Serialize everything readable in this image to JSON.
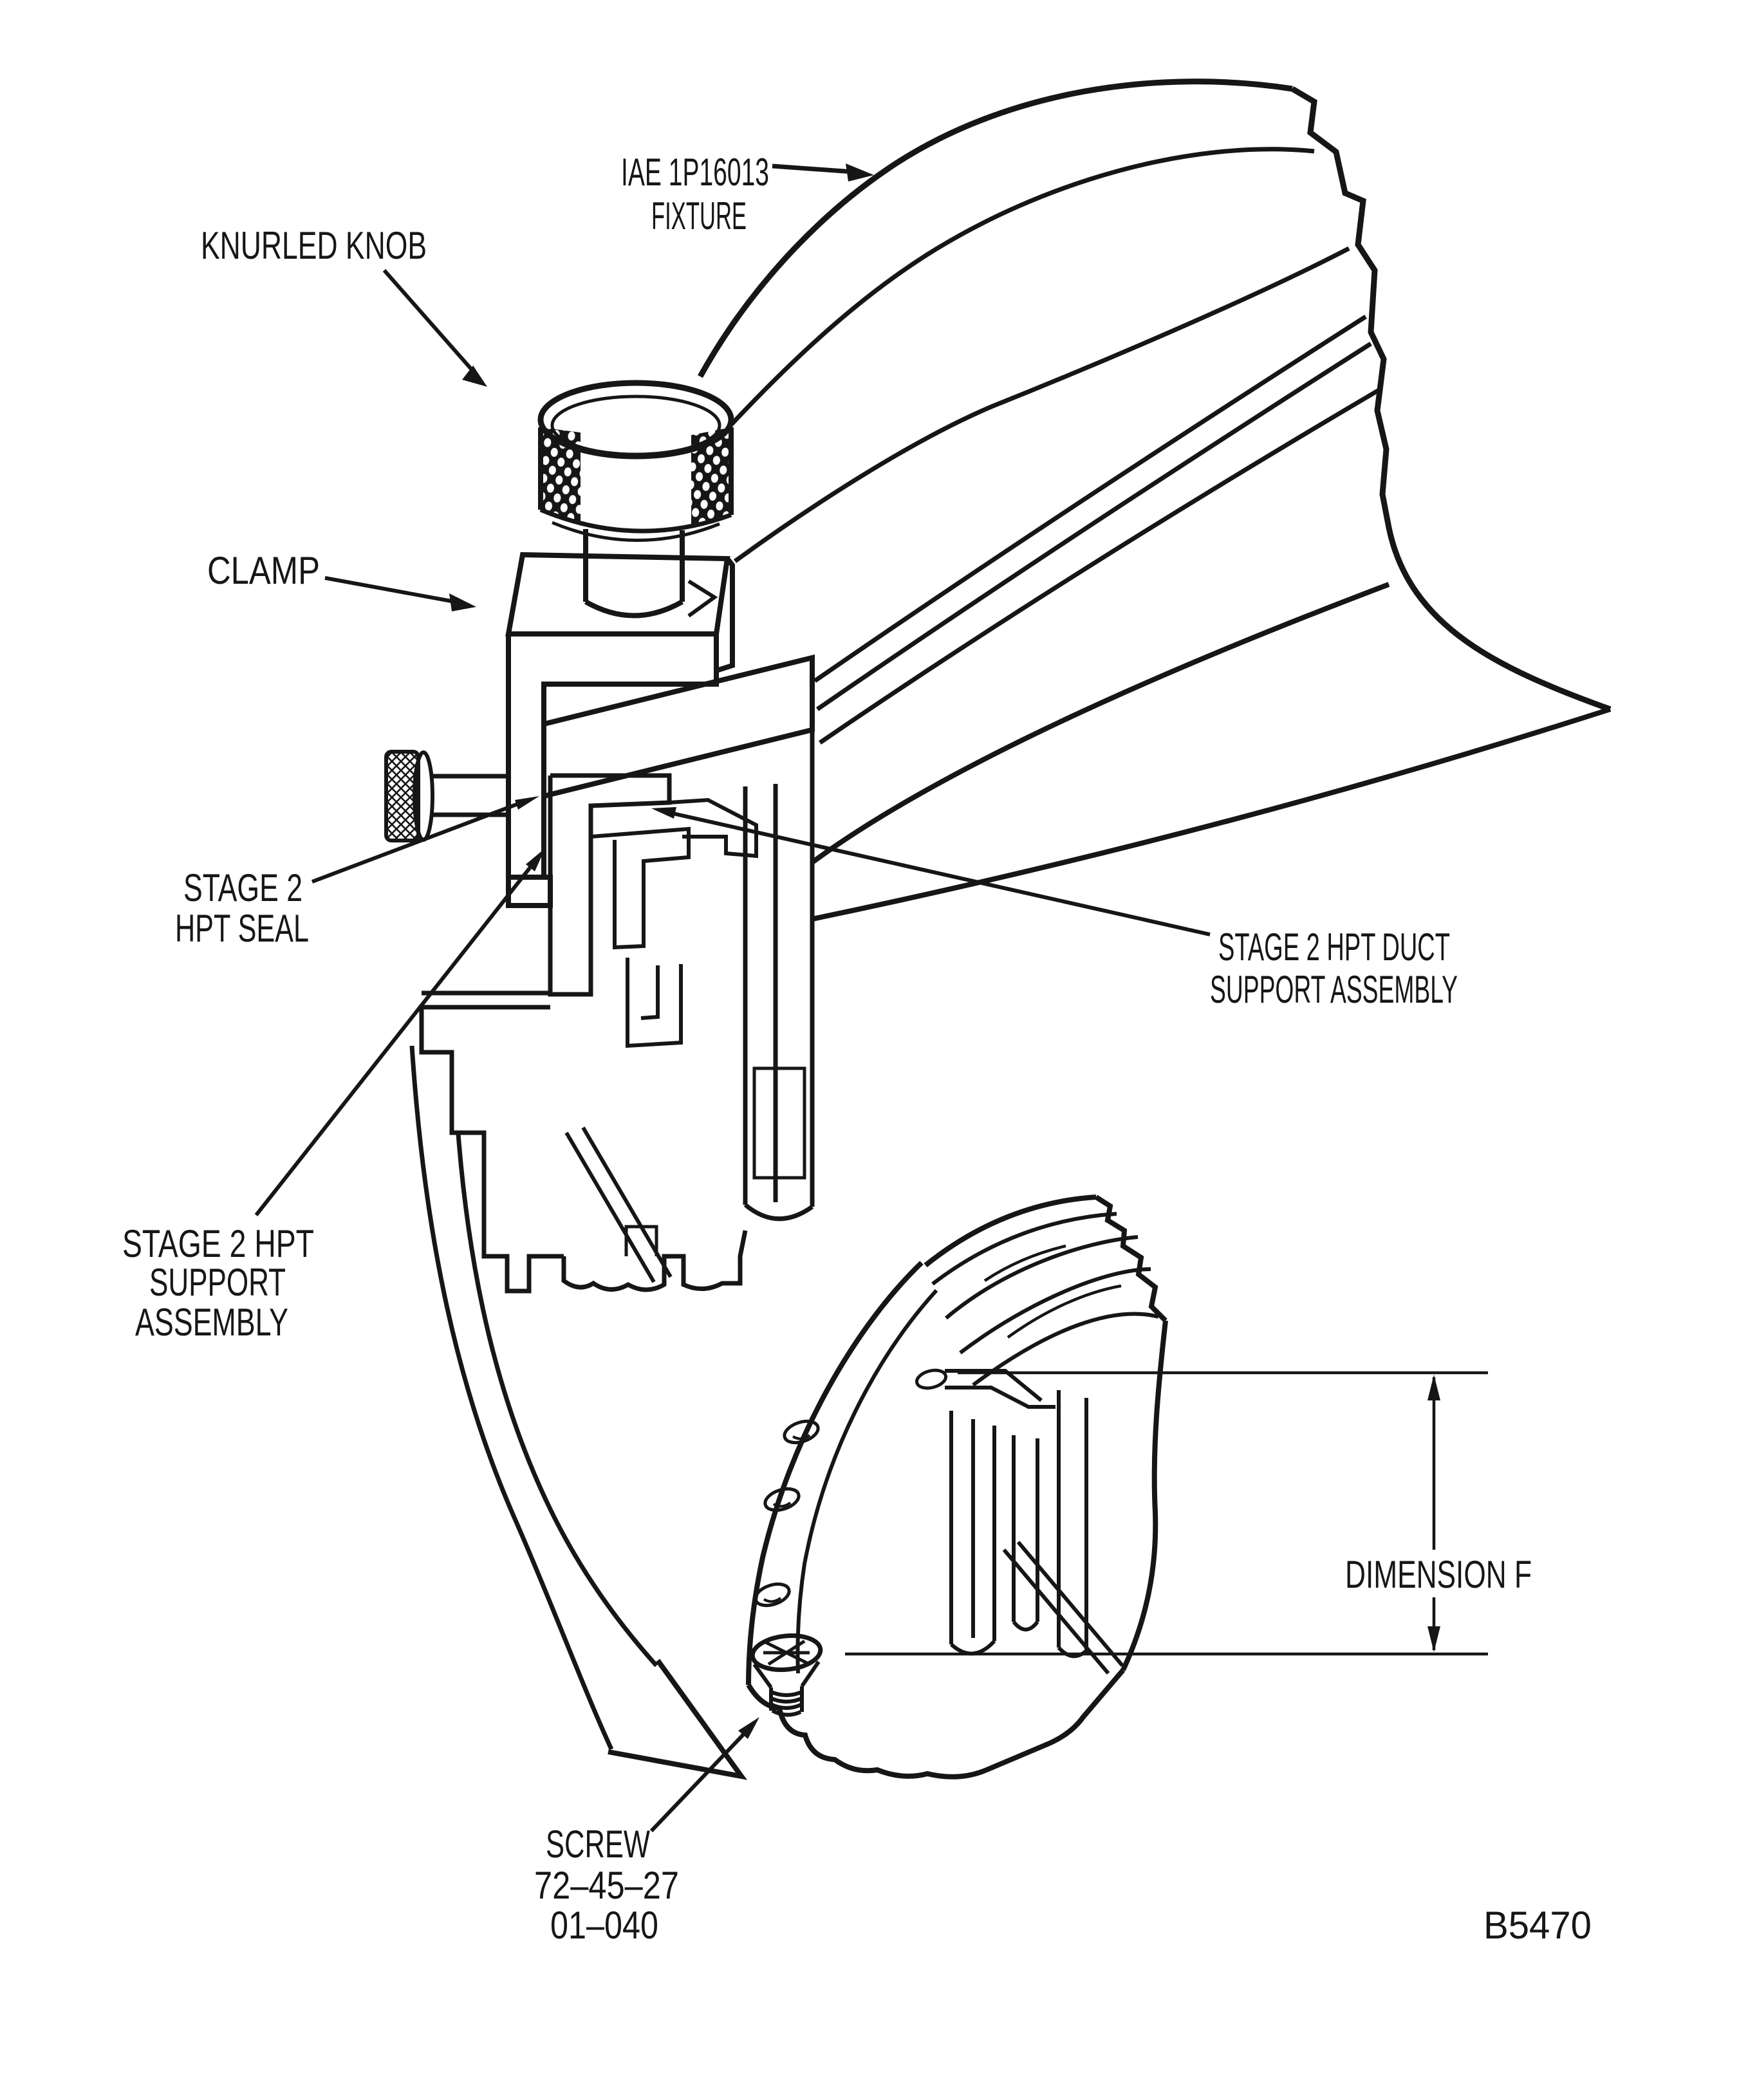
{
  "figure": {
    "kind": "engine-maintenance-diagram",
    "colors": {
      "ink": "#161616",
      "paper": "#ffffff"
    },
    "labels": {
      "fixture_line1": "IAE 1P16013",
      "fixture_line2": "FIXTURE",
      "knurled_knob": "KNURLED KNOB",
      "clamp": "CLAMP",
      "seal_line1": "STAGE 2",
      "seal_line2": "HPT SEAL",
      "duct_line1": "STAGE 2 HPT DUCT",
      "duct_line2": "SUPPORT ASSEMBLY",
      "support_line1": "STAGE 2 HPT",
      "support_line2": "SUPPORT",
      "support_line3": "ASSEMBLY",
      "dimension_f": "DIMENSION F",
      "screw_line1": "SCREW",
      "screw_line2": "72–45–27",
      "screw_line3": "01–040",
      "figure_number": "B5470"
    }
  }
}
